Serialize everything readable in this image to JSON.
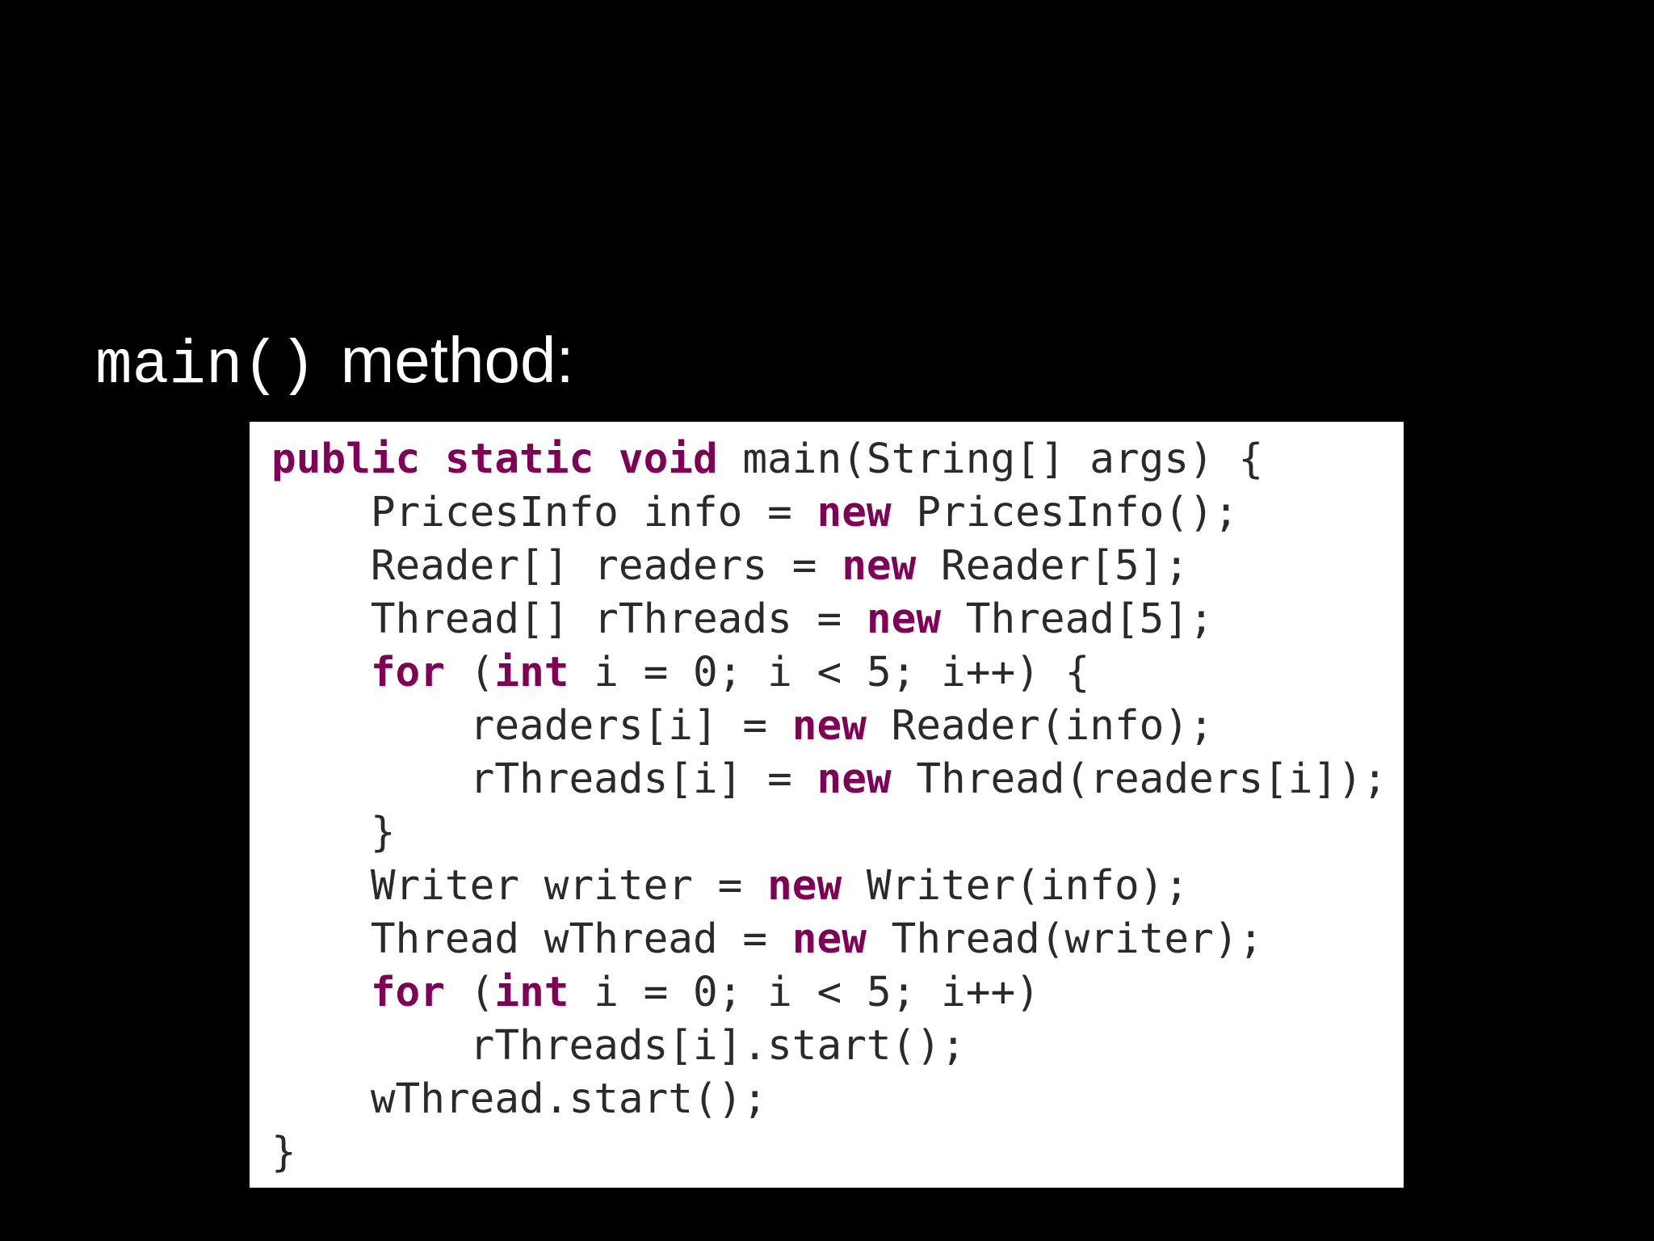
{
  "heading": {
    "code": "main()",
    "text": "method:"
  },
  "colors": {
    "background": "#000000",
    "panel": "#ffffff",
    "keyword": "#7f0055",
    "code_text": "#2a2a2a"
  },
  "code": {
    "lines": [
      [
        {
          "t": "public static void",
          "k": true
        },
        {
          "t": " main(String[] args) {",
          "k": false
        }
      ],
      [
        {
          "t": "    PricesInfo info = ",
          "k": false
        },
        {
          "t": "new",
          "k": true
        },
        {
          "t": " PricesInfo();",
          "k": false
        }
      ],
      [
        {
          "t": "    Reader[] readers = ",
          "k": false
        },
        {
          "t": "new",
          "k": true
        },
        {
          "t": " Reader[5];",
          "k": false
        }
      ],
      [
        {
          "t": "    Thread[] rThreads = ",
          "k": false
        },
        {
          "t": "new",
          "k": true
        },
        {
          "t": " Thread[5];",
          "k": false
        }
      ],
      [
        {
          "t": "    ",
          "k": false
        },
        {
          "t": "for",
          "k": true
        },
        {
          "t": " (",
          "k": false
        },
        {
          "t": "int",
          "k": true
        },
        {
          "t": " i = 0; i < 5; i++) {",
          "k": false
        }
      ],
      [
        {
          "t": "        readers[i] = ",
          "k": false
        },
        {
          "t": "new",
          "k": true
        },
        {
          "t": " Reader(info);",
          "k": false
        }
      ],
      [
        {
          "t": "        rThreads[i] = ",
          "k": false
        },
        {
          "t": "new",
          "k": true
        },
        {
          "t": " Thread(readers[i]);",
          "k": false
        }
      ],
      [
        {
          "t": "    }",
          "k": false
        }
      ],
      [
        {
          "t": "    Writer writer = ",
          "k": false
        },
        {
          "t": "new",
          "k": true
        },
        {
          "t": " Writer(info);",
          "k": false
        }
      ],
      [
        {
          "t": "    Thread wThread = ",
          "k": false
        },
        {
          "t": "new",
          "k": true
        },
        {
          "t": " Thread(writer);",
          "k": false
        }
      ],
      [
        {
          "t": "    ",
          "k": false
        },
        {
          "t": "for",
          "k": true
        },
        {
          "t": " (",
          "k": false
        },
        {
          "t": "int",
          "k": true
        },
        {
          "t": " i = 0; i < 5; i++)",
          "k": false
        }
      ],
      [
        {
          "t": "        rThreads[i].start();",
          "k": false
        }
      ],
      [
        {
          "t": "    wThread.start();",
          "k": false
        }
      ],
      [
        {
          "t": "}",
          "k": false
        }
      ]
    ]
  }
}
